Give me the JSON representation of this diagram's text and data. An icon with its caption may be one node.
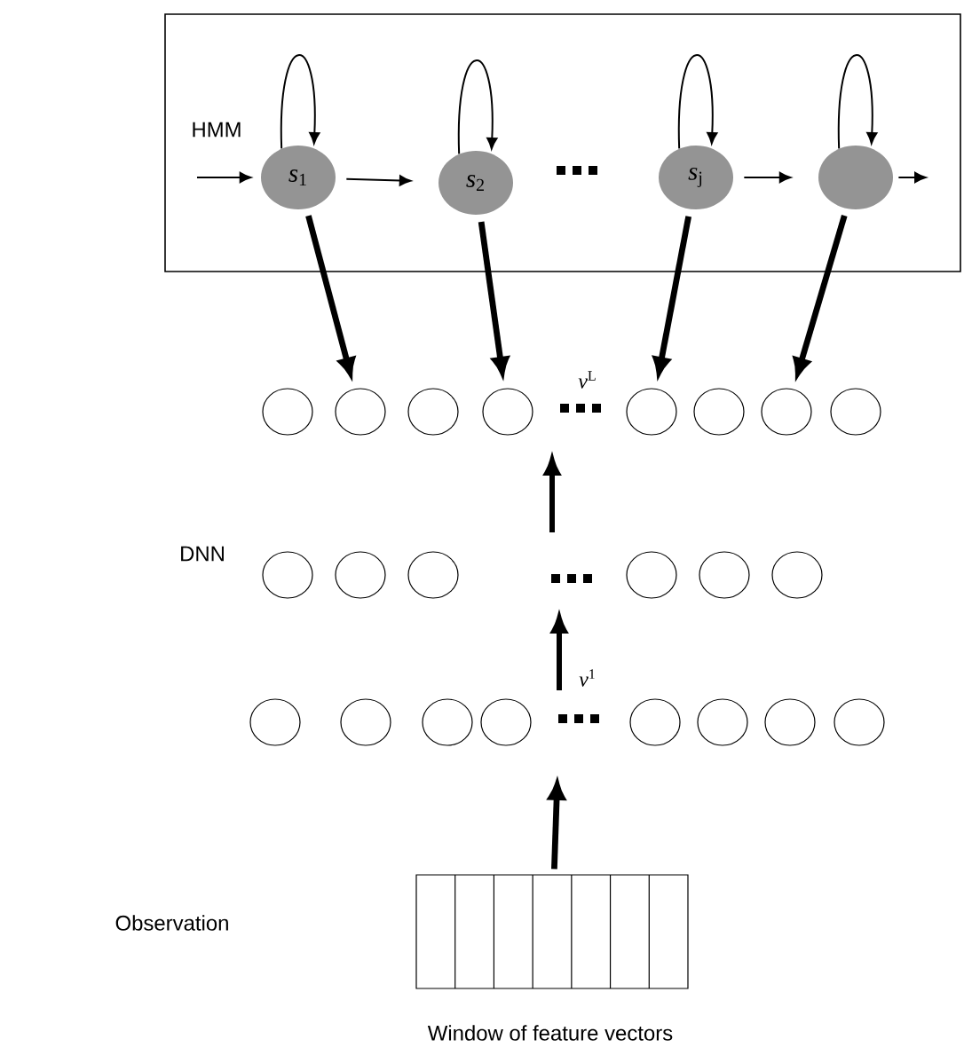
{
  "diagram": {
    "nodes": [
      {
        "text": [
          "HMM"
        ]
      },
      {
        "text": [
          "*s*$_{1}$"
        ],
        "in": 0
      },
      {
        "text": [
          "*s*$_{2}$"
        ],
        "in": 0
      },
      {
        "text": [
          "*s*$_{j}$"
        ],
        "in": 0
      },
      {
        "text": [],
        "shape": "circle",
        "in": 0
      },
      {
        "text": [],
        "shape": "circle"
      },
      {
        "text": [],
        "shape": "circle"
      },
      {
        "text": [],
        "shape": "circle"
      },
      {
        "text": [],
        "shape": "circle"
      },
      {
        "text": [],
        "shape": "circle"
      },
      {
        "text": [],
        "shape": "circle"
      },
      {
        "text": [],
        "shape": "circle"
      },
      {
        "text": [],
        "shape": "circle"
      },
      {
        "text": [],
        "shape": "circle"
      },
      {
        "text": [],
        "shape": "circle"
      },
      {
        "text": [],
        "shape": "circle"
      },
      {
        "text": [],
        "shape": "circle"
      },
      {
        "text": [],
        "shape": "circle"
      },
      {
        "text": [],
        "shape": "circle"
      },
      {
        "text": [],
        "shape": "circle"
      },
      {
        "text": [],
        "shape": "circle"
      },
      {
        "text": [],
        "shape": "circle"
      },
      {
        "text": [],
        "shape": "circle"
      },
      {
        "text": [],
        "shape": "circle"
      },
      {
        "text": [],
        "shape": "circle"
      },
      {
        "text": [],
        "shape": "circle"
      },
      {
        "text": [],
        "shape": "circle"
      },
      {
        "text": [],
        "shape": "box",
        "beside": [
          "Window of feature vectors"
        ]
      }
    ],
    "edges": [
      {
        "from": null,
        "to": 1,
        "arrow": "to"
      },
      {
        "from": 1,
        "to": 2,
        "arrow": "to"
      },
      {
        "from": 3,
        "to": 4,
        "arrow": "to"
      },
      {
        "from": 4,
        "to": null,
        "arrow": "to"
      },
      {
        "from": 1,
        "to": 1,
        "arrow": "to"
      },
      {
        "from": 2,
        "to": 2,
        "arrow": "to"
      },
      {
        "from": 3,
        "to": 3,
        "arrow": "to"
      },
      {
        "from": 4,
        "to": 4,
        "arrow": "to"
      },
      {
        "from": 1,
        "to": 6,
        "arrow": "to",
        "style": "thick"
      },
      {
        "from": 2,
        "to": 8,
        "arrow": "to",
        "style": "thick"
      },
      {
        "from": 3,
        "to": 9,
        "arrow": "to",
        "style": "thick"
      },
      {
        "from": 4,
        "to": 11,
        "arrow": "to",
        "style": "thick"
      },
      {
        "from": 27,
        "to": null,
        "arrow": "to",
        "style": "thick"
      }
    ],
    "labels": [
      "DNN",
      "*v*$^{L}$",
      "*v*$^{1}$",
      "Observation"
    ]
  }
}
